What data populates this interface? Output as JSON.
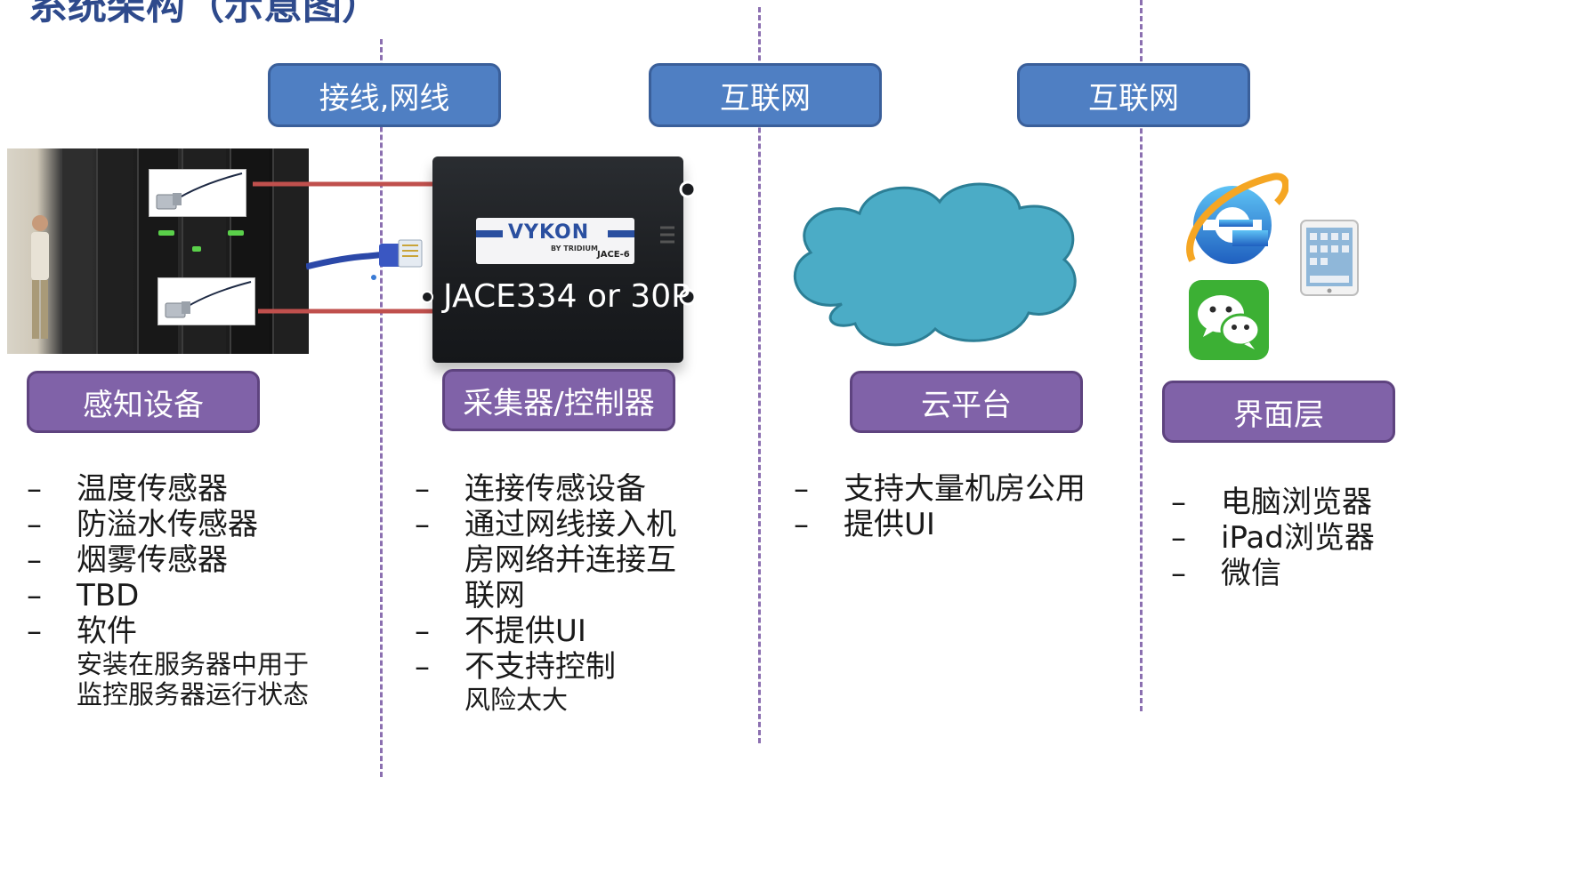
{
  "title_fragment": "系统架构（示意图）",
  "network_labels": [
    "接线,网线",
    "互联网",
    "互联网"
  ],
  "device_caption": "JACE334 or 30P",
  "device_brand": "VYKON",
  "device_brand_sub": "BY TRIDIUM",
  "device_model": "JACE-6",
  "layers": [
    {
      "label": "感知设备",
      "items": [
        {
          "text": "温度传感器"
        },
        {
          "text": "防溢水传感器"
        },
        {
          "text": "烟雾传感器"
        },
        {
          "text": "TBD"
        },
        {
          "text": "软件",
          "sub": [
            "安装在服务器中用于",
            "监控服务器运行状态"
          ]
        }
      ]
    },
    {
      "label": "采集器/控制器",
      "items": [
        {
          "text": "连接传感设备"
        },
        {
          "text": "通过网线接入机",
          "cont": [
            "房网络并连接互",
            "联网"
          ]
        },
        {
          "text": "不提供UI"
        },
        {
          "text": "不支持控制",
          "sub": [
            "风险太大"
          ]
        }
      ]
    },
    {
      "label": "云平台",
      "items": [
        {
          "text": "支持大量机房公用"
        },
        {
          "text": "提供UI"
        }
      ]
    },
    {
      "label": "界面层",
      "items": [
        {
          "text": "电脑浏览器"
        },
        {
          "text": "iPad浏览器"
        },
        {
          "text": "微信"
        }
      ]
    }
  ],
  "colors": {
    "network_box": "#4f7fc3",
    "layer_box": "#8062a8",
    "cloud": "#4bacc6",
    "cable_red": "#c0504d",
    "divider": "#8b6fb0"
  },
  "icons": [
    "server-room-photo",
    "temperature-sensor-probe",
    "ethernet-cable-icon",
    "jace-controller-device",
    "cloud-icon",
    "internet-explorer-icon",
    "ipad-icon",
    "wechat-icon"
  ]
}
